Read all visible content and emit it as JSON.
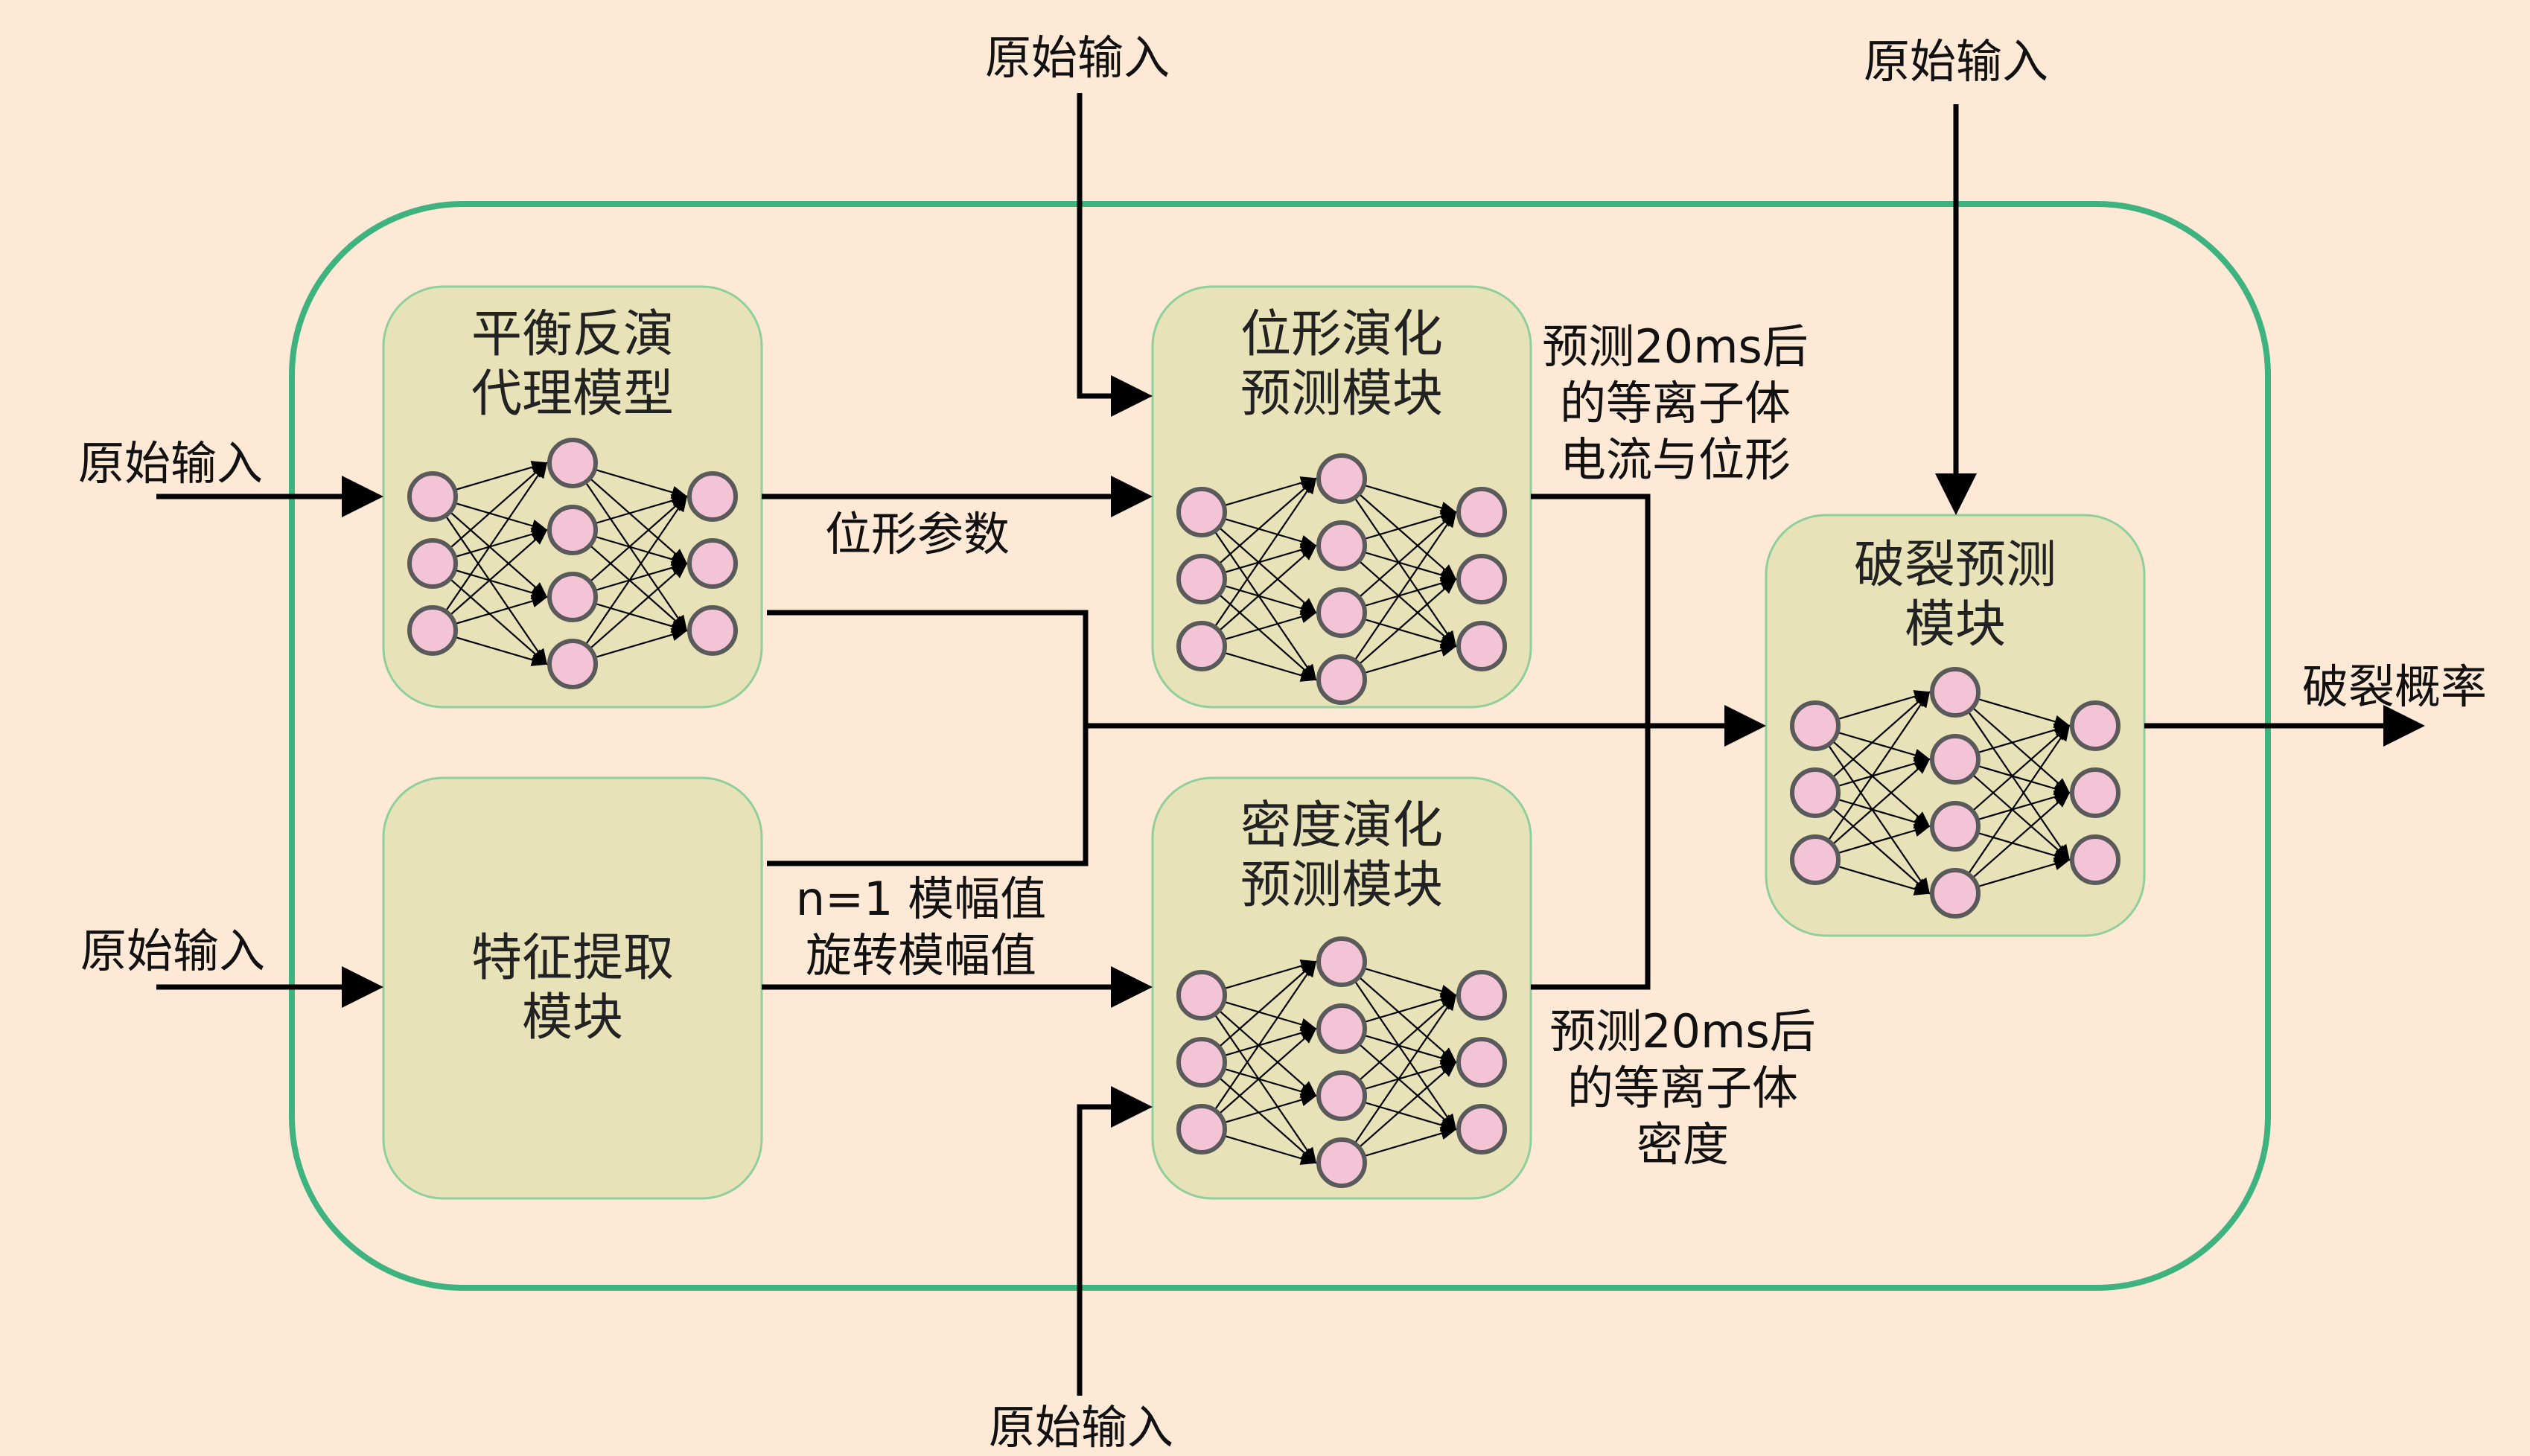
{
  "modules": {
    "equilibrium": {
      "title": [
        "平衡反演",
        "代理模型"
      ]
    },
    "shape_evolution": {
      "title": [
        "位形演化",
        "预测模块"
      ]
    },
    "density_evolution": {
      "title": [
        "密度演化",
        "预测模块"
      ]
    },
    "feature_extraction": {
      "title": [
        "特征提取",
        "模块"
      ]
    },
    "disruption": {
      "title": [
        "破裂预测",
        "模块"
      ]
    }
  },
  "labels": {
    "raw_input": "原始输入",
    "shape_params": "位形参数",
    "mode_amplitudes": [
      "n=1 模幅值",
      "旋转模幅值"
    ],
    "pred_current_shape": [
      "预测20ms后",
      "的等离子体",
      "电流与位形"
    ],
    "pred_density": [
      "预测20ms后",
      "的等离子体",
      "密度"
    ],
    "disruption_prob": "破裂概率"
  },
  "colors": {
    "background": "#fde9d6",
    "container_border": "#3fb37f",
    "module_fill": "#e8e2b8",
    "module_border": "#8fcf9a",
    "neuron_fill": "#f3c3d6",
    "neuron_stroke": "#5a5a5a",
    "arrow": "#000000"
  }
}
